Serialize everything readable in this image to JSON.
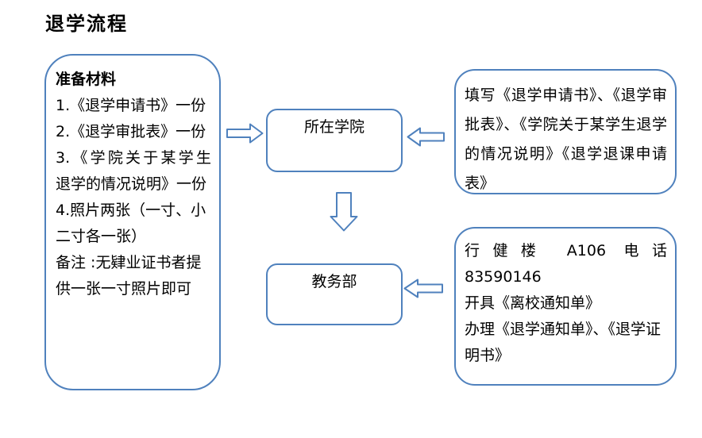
{
  "title": "退学流程",
  "colors": {
    "accent_border": "#4F81BD",
    "text": "#000000",
    "background": "#FFFFFF"
  },
  "left_box": {
    "heading": "准备材料",
    "lines": [
      "1.《退学申请书》一份",
      "2.《退学审批表》一份",
      "3.《学院关于某学生",
      "退学的情况说明》一份",
      "4.照片两张（一寸、小",
      "二寸各一张）",
      "备注 :无肄业证书者提",
      "供一张一寸照片即可"
    ]
  },
  "flow_nodes": {
    "college": "所在学院",
    "academic_affairs": "教务部"
  },
  "right_top_box": {
    "lines": [
      "填写《退学申请书》、《退学审",
      "批表》、《学院关于某学生退学",
      "的情况说明》《退学退课申请",
      "表》"
    ]
  },
  "right_bottom_box": {
    "lines": [
      "行健楼 A106 电话",
      "83590146",
      "开具《离校通知单》",
      "办理《退学通知单》、《退学证",
      "明书》"
    ]
  },
  "icons": {
    "arrow_right": "block-arrow-right",
    "arrow_left_top": "block-arrow-left",
    "arrow_down": "block-arrow-down",
    "arrow_left_bottom": "block-arrow-left"
  }
}
